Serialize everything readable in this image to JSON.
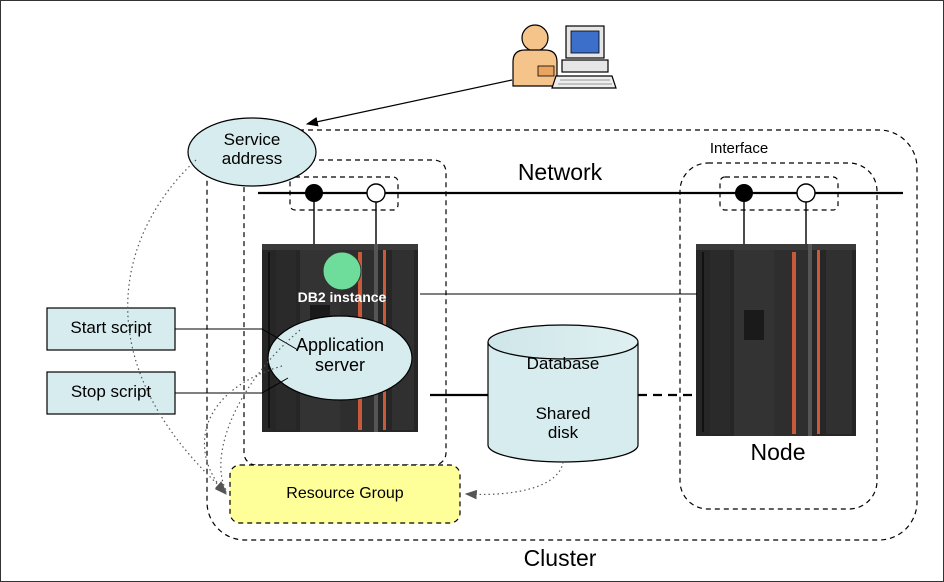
{
  "labels": {
    "service_address": "Service\naddress",
    "network": "Network",
    "interface": "Interface",
    "db2_instance": "DB2 instance",
    "start_script": "Start script",
    "stop_script": "Stop script",
    "application_server": "Application\nserver",
    "database": "Database",
    "shared_disk": "Shared\ndisk",
    "node": "Node",
    "resource_group": "Resource Group",
    "cluster": "Cluster"
  },
  "colors": {
    "light_blue_fill": "#d7ecee",
    "resource_group_fill": "#ffff99",
    "db2_circle_fill": "#6edc9a",
    "server_dark": "#2c2c2c",
    "server_accent": "#c85a3a",
    "line": "#000000"
  }
}
